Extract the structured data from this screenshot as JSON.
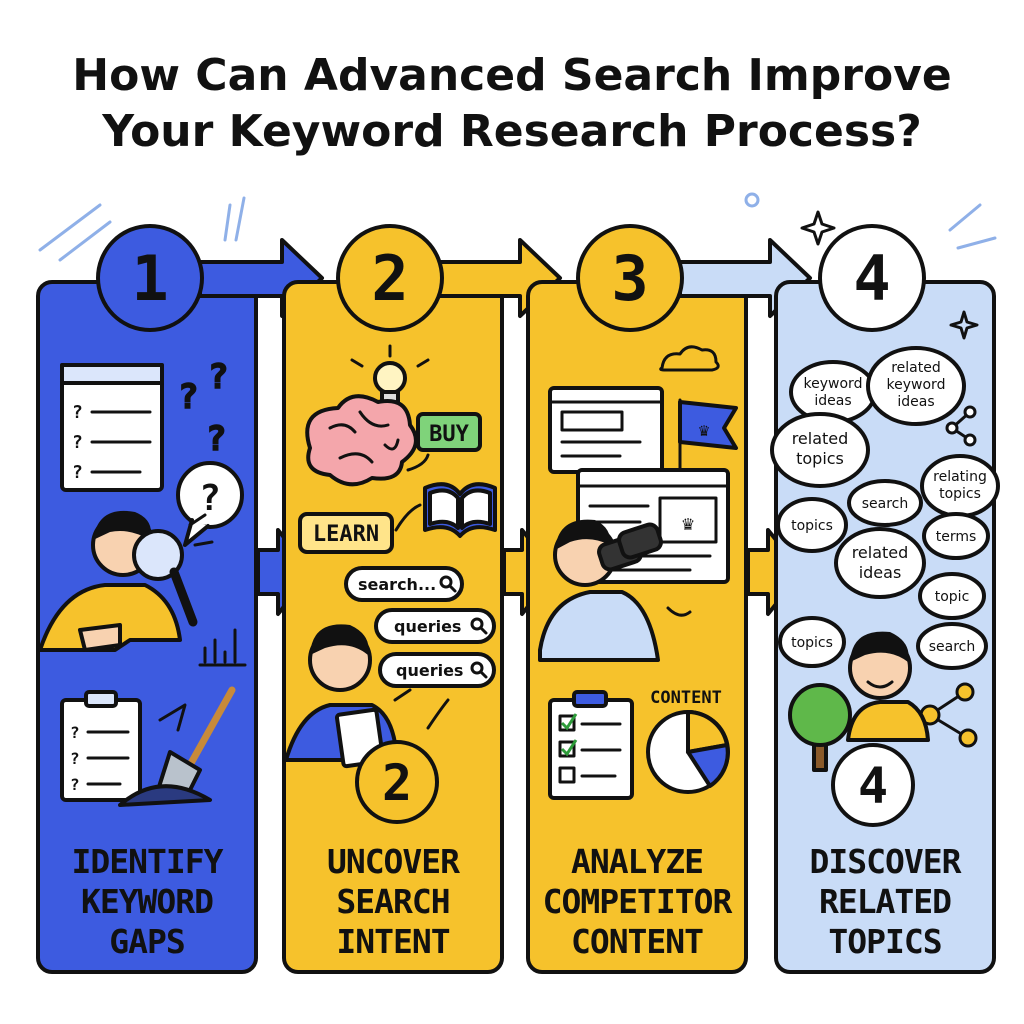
{
  "title": {
    "line1": "How Can Advanced Search Improve",
    "line2": "Your Keyword Research Process?"
  },
  "colors": {
    "panel1": "#3d5be0",
    "panel2": "#f6c22c",
    "panel3": "#f6c22c",
    "panel4": "#c9dcf7",
    "outline": "#111111"
  },
  "steps": [
    {
      "number": "1",
      "label": [
        "IDENTIFY",
        "KEYWORD",
        "GAPS"
      ],
      "icons": [
        "checklist-icon",
        "question-marks-icon",
        "magnifying-glass-icon",
        "clipboard-icon",
        "shovel-icon",
        "bar-chart-icon"
      ]
    },
    {
      "number": "2",
      "label": [
        "UNCOVER",
        "SEARCH",
        "INTENT"
      ],
      "tags": {
        "buy": "BUY",
        "learn": "LEARN"
      },
      "search_boxes": [
        "search...",
        "queries",
        "queries"
      ],
      "icons": [
        "lightbulb-icon",
        "brain-icon",
        "book-icon",
        "search-icon"
      ]
    },
    {
      "number": "3",
      "label": [
        "ANALYZE",
        "COMPETITOR",
        "CONTENT"
      ],
      "chart_label": "CONTENT",
      "icons": [
        "browser-window-icon",
        "trophy-flag-icon",
        "binoculars-icon",
        "checklist-icon",
        "pie-chart-icon",
        "cloud-icon"
      ]
    },
    {
      "number": "4",
      "label": [
        "DISCOVER",
        "RELATED",
        "TOPICS"
      ],
      "bubbles": [
        "keyword ideas",
        "related keyword ideas",
        "related topics",
        "relating topics",
        "search",
        "topics",
        "terms",
        "related ideas",
        "topic",
        "topics",
        "search"
      ],
      "icons": [
        "network-icon",
        "tree-icon",
        "sparkle-icon"
      ]
    }
  ]
}
